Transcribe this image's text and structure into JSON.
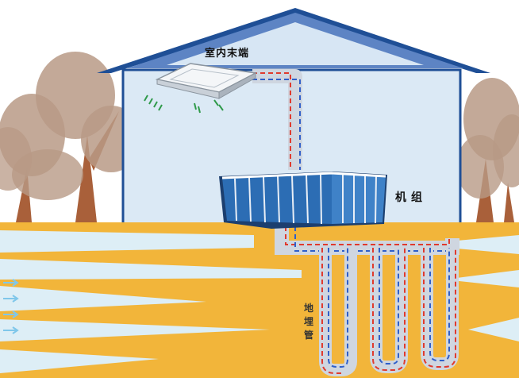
{
  "labels": {
    "indoor_terminal": "室内末端",
    "unit": "机组",
    "ground_pipe": "地埋管"
  },
  "colors": {
    "sky": "#ffffff",
    "house_wall": "#dbe9f5",
    "house_roof": "#1f4f96",
    "ground_yellow": "#f2b53a",
    "ground_ice": "#ddeef6",
    "pipe_supply": "#e03a2e",
    "pipe_return": "#2f5fc9",
    "tree_canopy": "#b89a86",
    "unit_body": "#2c6db4"
  },
  "icons": [
    "ceiling-cassette-icon",
    "heat-pump-unit-icon",
    "tree-icon",
    "air-flow-arrow-icon"
  ]
}
